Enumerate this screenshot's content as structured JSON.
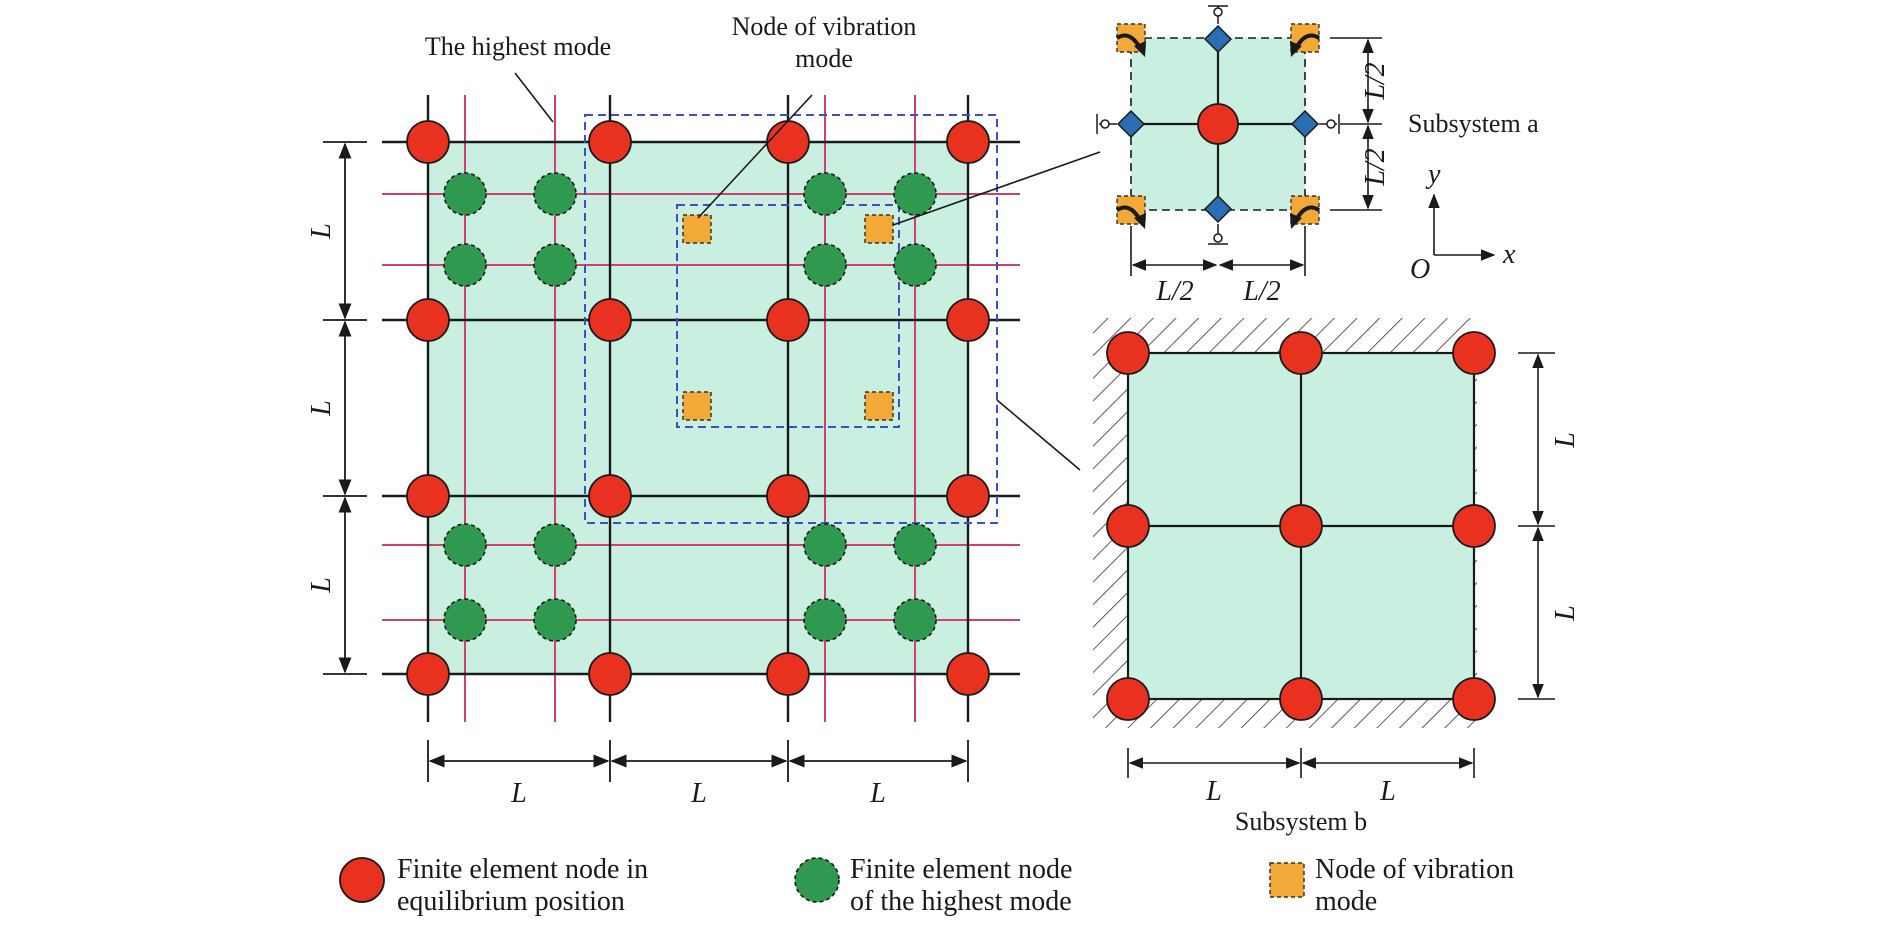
{
  "labels": {
    "highest_mode": "The highest mode",
    "node_vibration_line1": "Node of vibration",
    "node_vibration_line2": "mode",
    "subsystem_a": "Subsystem a",
    "subsystem_b": "Subsystem b",
    "dim_L": "L",
    "dim_half_L": "L/2",
    "axis_y": "y",
    "axis_x": "x",
    "axis_origin": "O"
  },
  "legend": [
    {
      "line1": "Finite element node in",
      "line2": "equilibrium position",
      "symbol": "red-circle-icon"
    },
    {
      "line1": "Finite element node",
      "line2": "of the highest mode",
      "symbol": "green-dashed-circle-icon"
    },
    {
      "line1": "Node of vibration",
      "line2": "mode",
      "symbol": "orange-dashed-square-icon"
    }
  ],
  "colors": {
    "plate_fill": "#c9efe1",
    "eq_node": "#e8311f",
    "high_mode_node": "#2f9a4f",
    "vibration_node": "#f3a938",
    "highest_mode_line": "#d0406b",
    "dashed_box": "#3d4fc8",
    "support_diamond": "#2a6fb3",
    "grid_line": "#1a1a1a"
  }
}
